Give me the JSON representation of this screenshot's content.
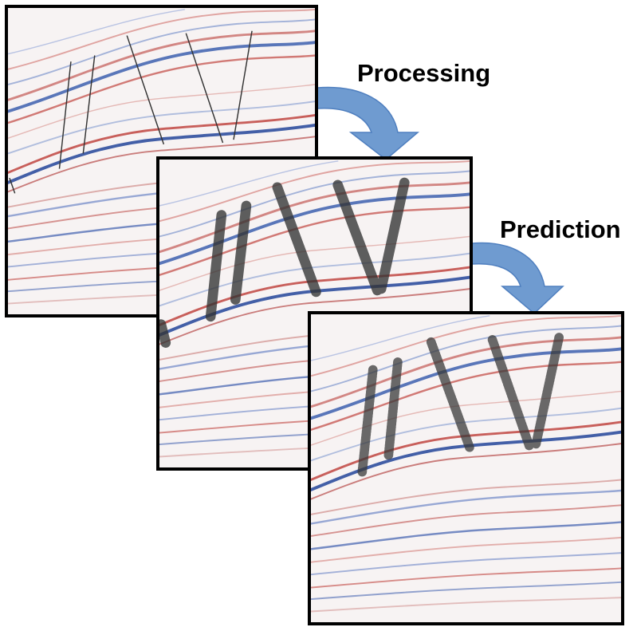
{
  "steps": {
    "processing_label": "Processing",
    "prediction_label": "Prediction"
  },
  "panels": [
    {
      "name": "input",
      "fault_style": "thin-lines"
    },
    {
      "name": "processed",
      "fault_style": "thick-dark-strokes"
    },
    {
      "name": "predicted",
      "fault_style": "dotted-thick-strokes"
    }
  ],
  "colors": {
    "background": "#ffffff",
    "frame": "#000000",
    "reflector_red": "#c0443f",
    "reflector_blue": "#3d5fae",
    "fault_mark": "#333333",
    "arrow": "#6f9bd0"
  },
  "icons": {
    "arrow": "curved-down-arrow"
  }
}
